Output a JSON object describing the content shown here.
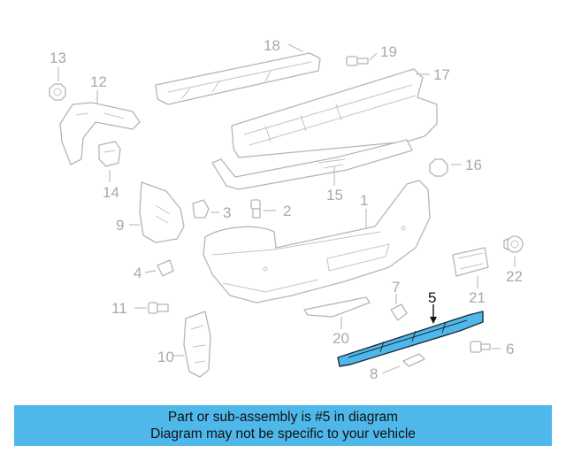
{
  "callouts": {
    "c1": "1",
    "c2": "2",
    "c3": "3",
    "c4": "4",
    "c5": "5",
    "c6": "6",
    "c7": "7",
    "c8": "8",
    "c9": "9",
    "c10": "10",
    "c11": "11",
    "c12": "12",
    "c13": "13",
    "c14": "14",
    "c15": "15",
    "c16": "16",
    "c17": "17",
    "c18": "18",
    "c19": "19",
    "c20": "20",
    "c21": "21",
    "c22": "22"
  },
  "highlight": {
    "part_number": "5",
    "color": "#4fb8ea"
  },
  "banner": {
    "line1": "Part or sub-assembly is #5 in diagram",
    "line2": "Diagram may not be specific to your vehicle",
    "color": "#4fb8ea"
  }
}
